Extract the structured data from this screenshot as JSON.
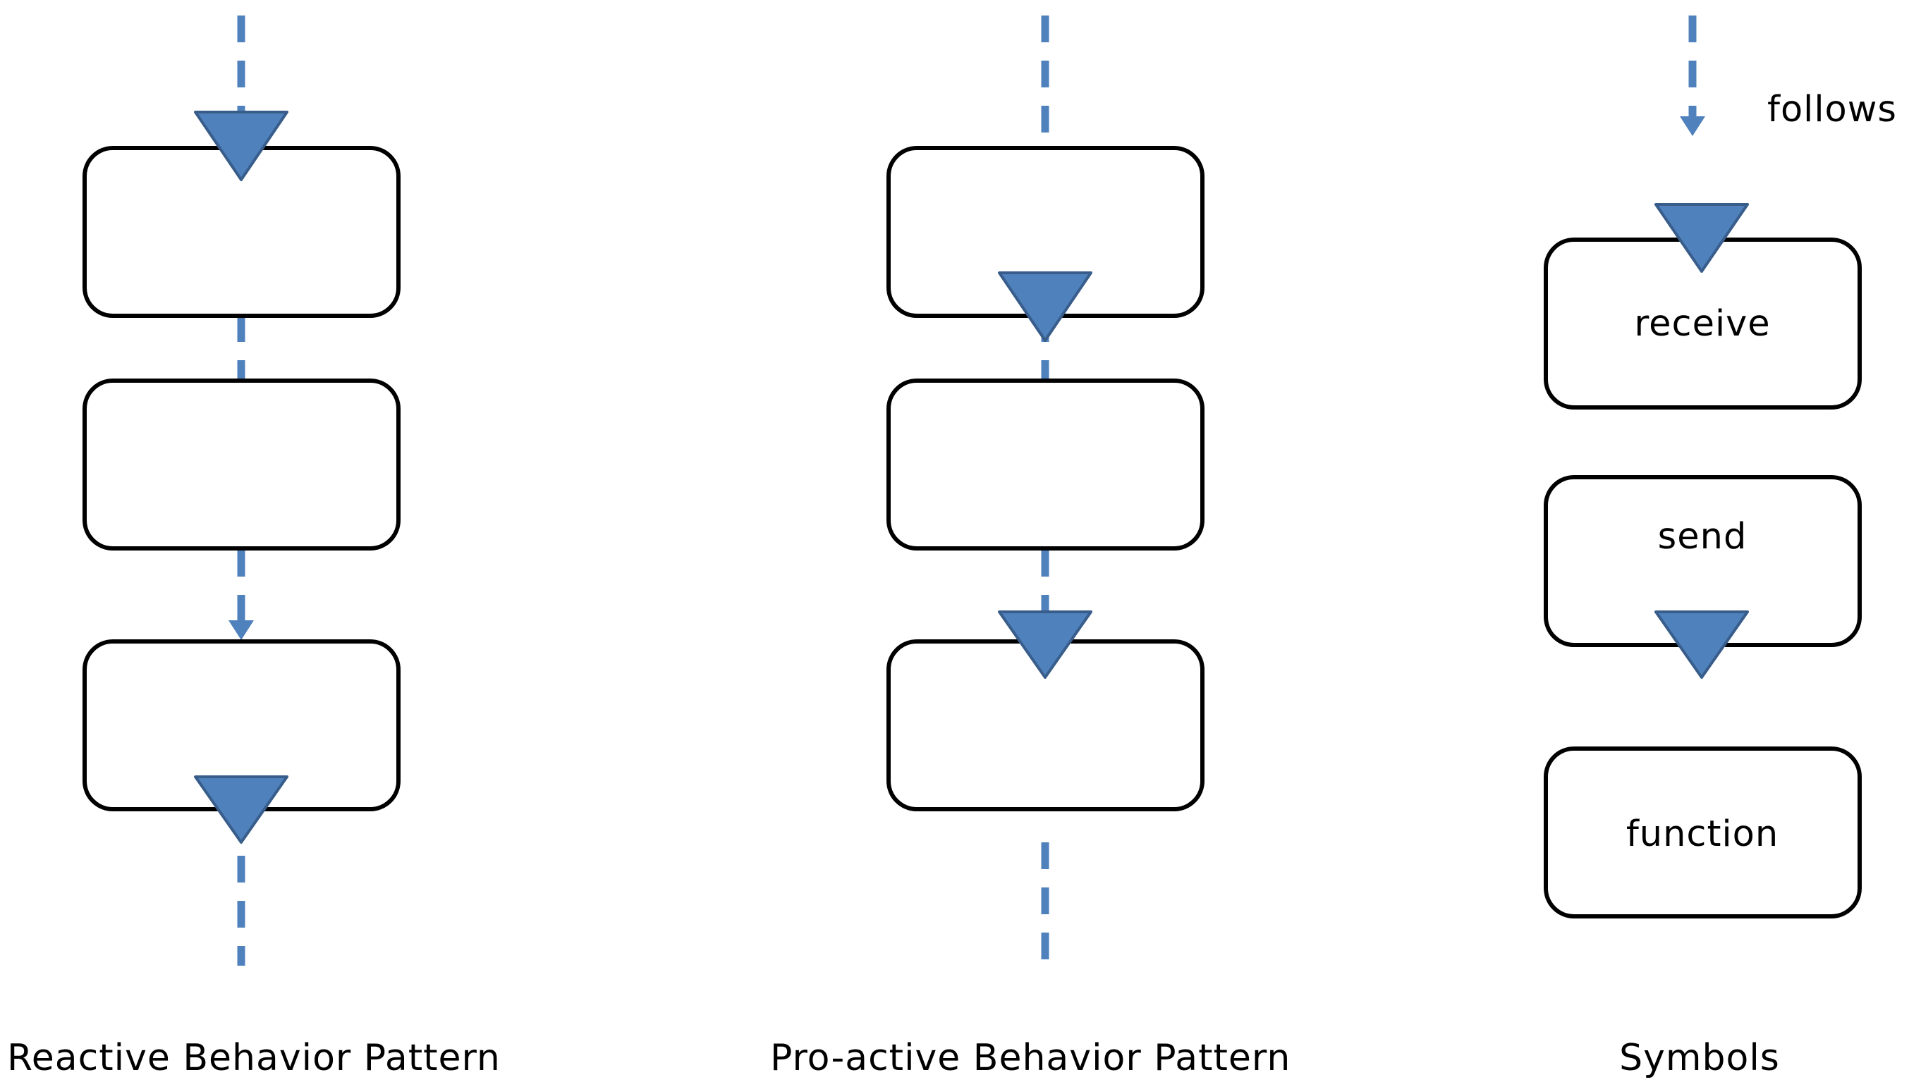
{
  "legend": {
    "follows_label": "follows",
    "receive_label": "receive",
    "send_label": "send",
    "function_label": "function"
  },
  "captions": {
    "reactive": "Reactive Behavior Pattern",
    "proactive": "Pro-active Behavior Pattern",
    "symbols": "Symbols"
  },
  "colors": {
    "connector": "#4f81bd",
    "triangle_fill": "#4f81bd",
    "triangle_stroke": "#385d8a",
    "box_stroke": "#000000"
  }
}
